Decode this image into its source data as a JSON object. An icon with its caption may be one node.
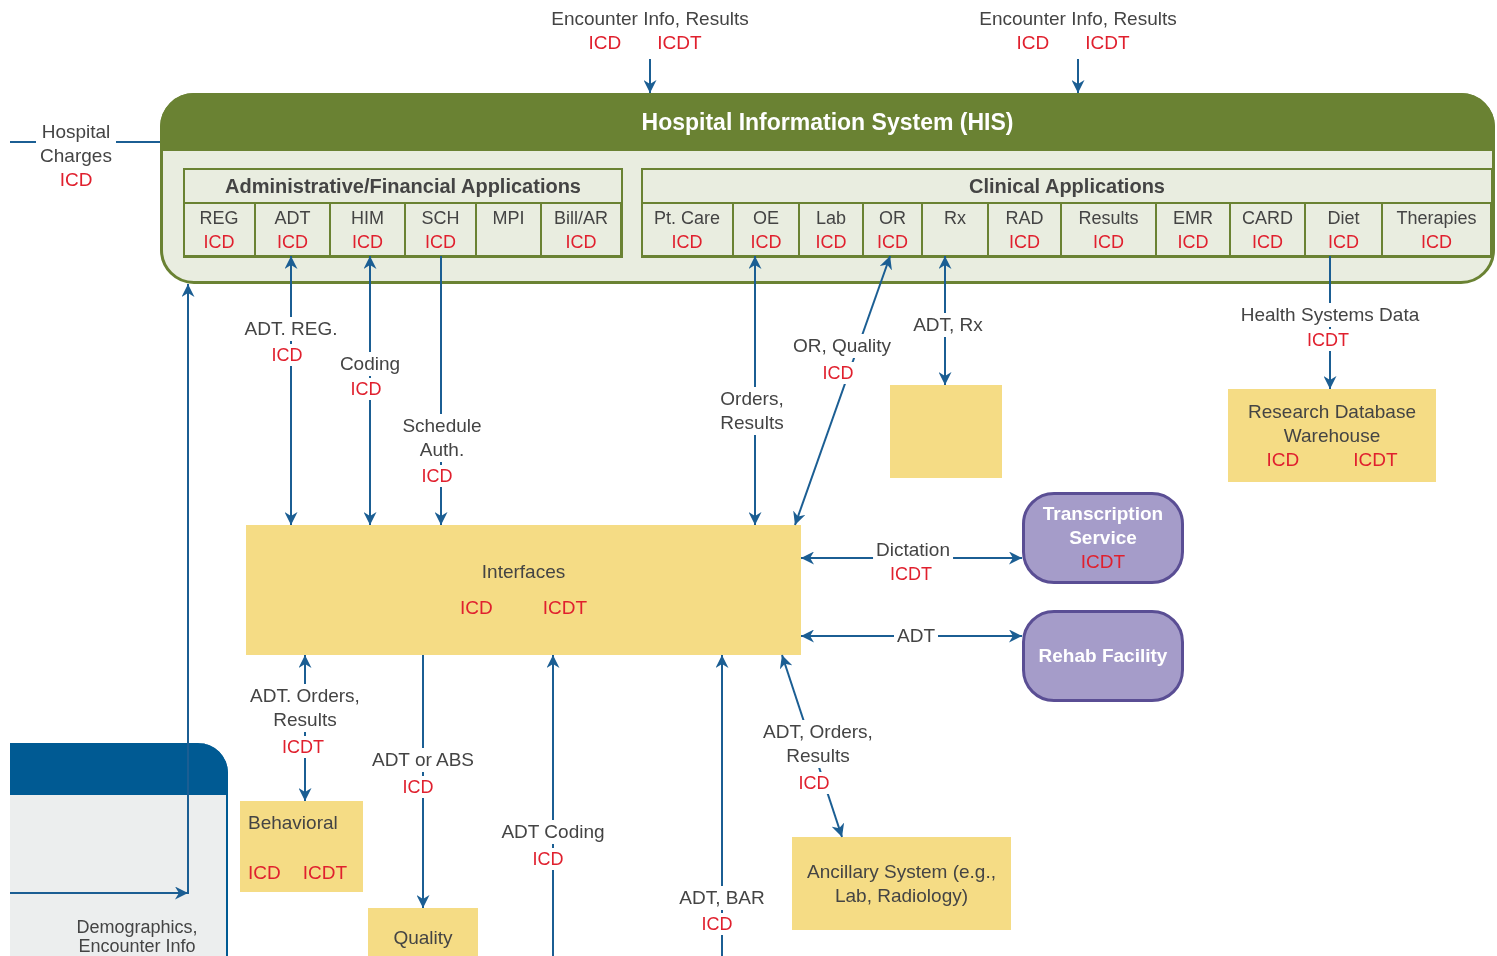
{
  "diagram": {
    "nodes": [
      {
        "text": [
          "Hospital Information System (HIS)"
        ]
      },
      {
        "text": [
          "Administrative/Financial Applications"
        ],
        "in": 0
      },
      {
        "text": [
          "REG",
          "ICD"
        ],
        "in": 1
      },
      {
        "text": [
          "ADT",
          "ICD"
        ],
        "in": 1
      },
      {
        "text": [
          "HIM",
          "ICD"
        ],
        "in": 1
      },
      {
        "text": [
          "SCH",
          "ICD"
        ],
        "in": 1
      },
      {
        "text": [
          "MPI"
        ],
        "in": 1
      },
      {
        "text": [
          "Bill/AR",
          "ICD"
        ],
        "in": 1
      },
      {
        "text": [
          "Clinical Applications"
        ],
        "in": 0
      },
      {
        "text": [
          "Pt. Care",
          "ICD"
        ],
        "in": 8
      },
      {
        "text": [
          "OE",
          "ICD"
        ],
        "in": 8
      },
      {
        "text": [
          "Lab",
          "ICD"
        ],
        "in": 8
      },
      {
        "text": [
          "OR",
          "ICD"
        ],
        "in": 8
      },
      {
        "text": [
          "Rx"
        ],
        "in": 8
      },
      {
        "text": [
          "RAD",
          "ICD"
        ],
        "in": 8
      },
      {
        "text": [
          "Results",
          "ICD"
        ],
        "in": 8
      },
      {
        "text": [
          "EMR",
          "ICD"
        ],
        "in": 8
      },
      {
        "text": [
          "CARD",
          "ICD"
        ],
        "in": 8
      },
      {
        "text": [
          "Diet",
          "ICD"
        ],
        "in": 8
      },
      {
        "text": [
          "Therapies",
          "ICD"
        ],
        "in": 8
      },
      {
        "text": [
          "Hospital Charges",
          "ICD"
        ]
      },
      {
        "text": [],
        "shape": "box"
      },
      {
        "text": [
          "Research Database Warehouse",
          "ICD",
          "ICDT"
        ]
      },
      {
        "text": [
          "Interfaces",
          "ICD",
          "ICDT"
        ]
      },
      {
        "text": [
          "Transcription Service",
          "ICDT"
        ]
      },
      {
        "text": [
          "Rehab Facility"
        ]
      },
      {
        "text": [],
        "shape": "box"
      },
      {
        "text": [
          "Behavioral",
          "ICD",
          "ICDT"
        ]
      },
      {
        "text": [
          "Quality"
        ]
      },
      {
        "text": [
          "Ancillary System (e.g., Lab, Radiology)"
        ]
      },
      {
        "text": [
          "Encounter Info, Results",
          "ICD",
          "ICDT"
        ]
      },
      {
        "text": [
          "Encounter Info, Results",
          "ICD",
          "ICDT"
        ]
      }
    ],
    "edges": [
      {
        "from": 30,
        "to": 0,
        "arrow": "to"
      },
      {
        "from": 31,
        "to": 0,
        "arrow": "to"
      },
      {
        "from": null,
        "to": 20,
        "arrow": "none"
      },
      {
        "from": 20,
        "to": 0,
        "arrow": "none"
      },
      {
        "from": 26,
        "to": 0,
        "arrow": "to",
        "label": "Demographics, Encounter Info"
      },
      {
        "from": 3,
        "to": 23,
        "arrow": "both",
        "label": "ADT. REG."
      },
      {
        "from": 4,
        "to": 23,
        "arrow": "both",
        "label": "Coding"
      },
      {
        "from": 5,
        "to": 23,
        "arrow": "to",
        "label": "Schedule Auth."
      },
      {
        "from": 10,
        "to": 23,
        "arrow": "both",
        "label": "Orders, Results"
      },
      {
        "from": 12,
        "to": 23,
        "arrow": "both",
        "label": "OR, Quality"
      },
      {
        "from": 13,
        "to": 21,
        "arrow": "both",
        "label": "ADT, Rx"
      },
      {
        "from": 18,
        "to": 22,
        "arrow": "to",
        "label": "Health Systems Data"
      },
      {
        "from": 23,
        "to": 24,
        "arrow": "both",
        "label": "Dictation"
      },
      {
        "from": 23,
        "to": 25,
        "arrow": "both",
        "label": "ADT"
      },
      {
        "from": 23,
        "to": 27,
        "arrow": "both",
        "label": "ADT. Orders, Results"
      },
      {
        "from": 23,
        "to": 28,
        "arrow": "to",
        "label": "ADT or ABS"
      },
      {
        "from": null,
        "to": 23,
        "arrow": "to",
        "label": "ADT Coding"
      },
      {
        "from": null,
        "to": 23,
        "arrow": "to",
        "label": "ADT, BAR"
      },
      {
        "from": 23,
        "to": 29,
        "arrow": "both",
        "label": "ADT, Orders, Results"
      }
    ],
    "labels": [
      "ICD",
      "ICD",
      "ICD",
      "ICD",
      "ICDT",
      "ICDT",
      "ICDT",
      "ICD",
      "ICD",
      "ICD",
      "ICD"
    ]
  }
}
